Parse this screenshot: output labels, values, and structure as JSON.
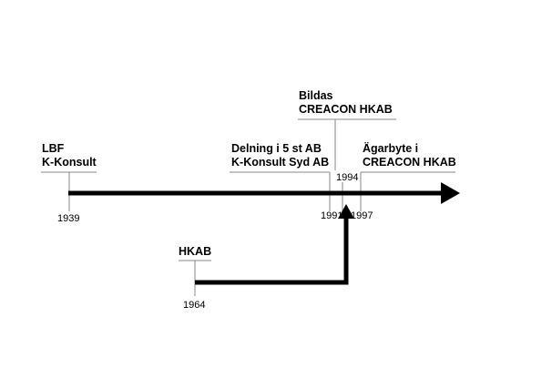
{
  "events": [
    {
      "id": "lbf",
      "title_lines": [
        "LBF",
        "K-Konsult"
      ],
      "year": "1939"
    },
    {
      "id": "delning",
      "title_lines": [
        "Delning i 5 st AB",
        "K-Konsult Syd AB"
      ],
      "year": "1991"
    },
    {
      "id": "bildas",
      "title_lines": [
        "Bildas",
        "CREACON HKAB"
      ],
      "year": "1994"
    },
    {
      "id": "agarbyte",
      "title_lines": [
        "Ägarbyte i",
        "CREACON HKAB"
      ],
      "year": "1997"
    },
    {
      "id": "hkab",
      "title_lines": [
        "HKAB"
      ],
      "year": "1964"
    }
  ],
  "colors": {
    "line": "#000000",
    "leader": "#888888",
    "text": "#000000"
  }
}
